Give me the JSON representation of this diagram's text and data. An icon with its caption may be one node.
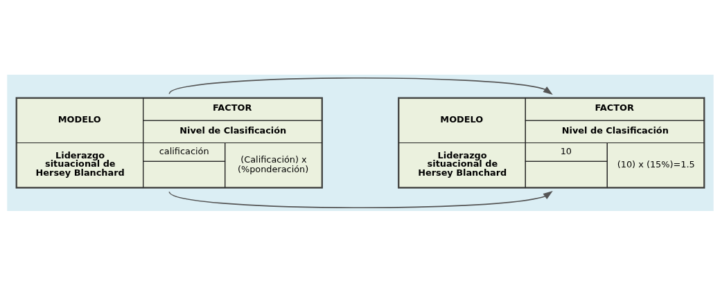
{
  "diagram": {
    "nodes": [
      {
        "text": [
          "MODELO",
          "FACTOR",
          "Nivel de Clasificación",
          "Liderazgo situacional de Hersey Blanchard",
          "calificación",
          "(Calificación) x (%ponderación)"
        ]
      },
      {
        "text": [
          "MODELO",
          "FACTOR",
          "Nivel de Clasificación",
          "Liderazgo situacional de Hersey Blanchard",
          "10",
          "(10) x (15%)=1.5"
        ]
      }
    ],
    "edges": [
      {
        "from": 0,
        "to": 1,
        "arrow": "to"
      },
      {
        "from": 0,
        "to": 1,
        "arrow": "to"
      }
    ]
  }
}
